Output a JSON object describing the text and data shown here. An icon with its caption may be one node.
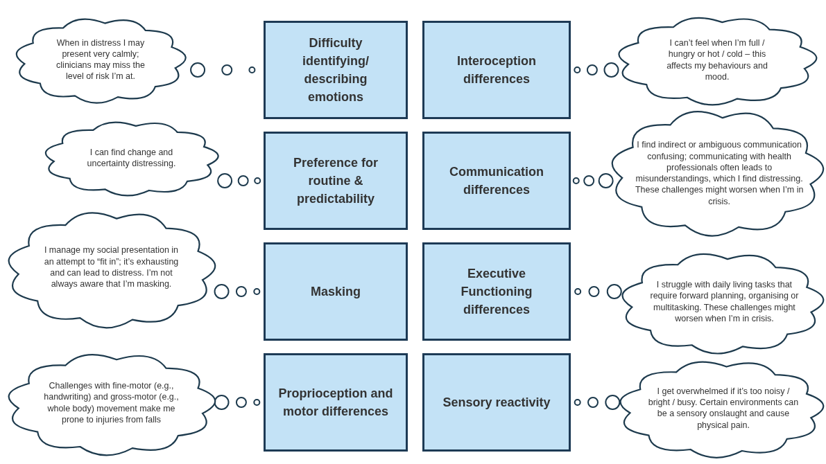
{
  "diagram": {
    "nodes": [
      {
        "text": [
          "When in distress I may present very calmly; clinicians may miss the level of risk I’m at."
        ]
      },
      {
        "text": [
          "Difficulty identifying/ describing emotions"
        ]
      },
      {
        "text": [
          "Interoception differences"
        ]
      },
      {
        "text": [
          "I can’t feel when I’m full / hungry or hot / cold – this affects my behaviours and mood."
        ]
      },
      {
        "text": [
          "I can find change and uncertainty distressing."
        ]
      },
      {
        "text": [
          "Preference for routine & predictability"
        ]
      },
      {
        "text": [
          "Communication differences"
        ]
      },
      {
        "text": [
          "I find indirect or ambiguous communication confusing; communicating with health professionals often leads to misunderstandings, which I find distressing. These challenges might worsen when I’m in crisis."
        ]
      },
      {
        "text": [
          "I manage my social presentation in an attempt to “fit in”; it’s exhausting and can lead to distress. I’m not always aware that I’m masking."
        ]
      },
      {
        "text": [
          "Masking"
        ]
      },
      {
        "text": [
          "Executive Functioning differences"
        ]
      },
      {
        "text": [
          "I struggle with daily living tasks that require forward planning, organising or multitasking. These challenges might worsen when I’m in crisis."
        ]
      },
      {
        "text": [
          "Challenges with fine-motor (e.g., handwriting) and gross-motor (e.g., whole body) movement make me prone to injuries from falls"
        ]
      },
      {
        "text": [
          "Proprioception and motor differences"
        ]
      },
      {
        "text": [
          "Sensory reactivity"
        ]
      },
      {
        "text": [
          "I get overwhelmed if it’s too noisy / bright / busy. Certain environments can be a sensory onslaught and cause physical pain."
        ]
      }
    ]
  }
}
